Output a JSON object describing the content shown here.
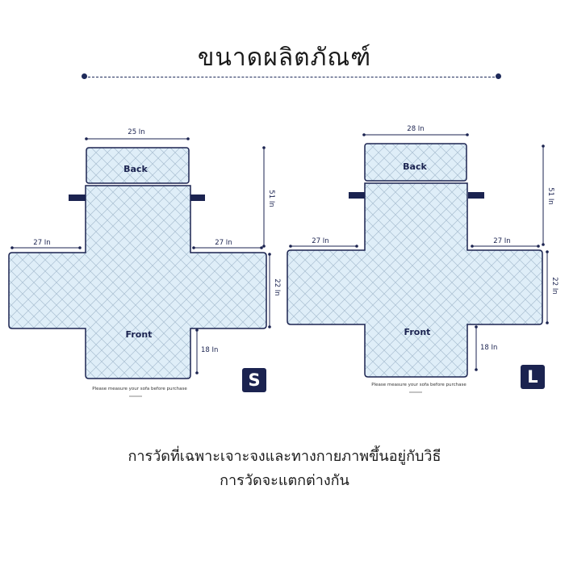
{
  "title": "ขนาดผลิตภัณฑ์",
  "diagrams": [
    {
      "size": "S",
      "back_label": "Back",
      "front_label": "Front",
      "top_width": "25 In",
      "left_arm": "27 In",
      "right_arm": "27 In",
      "height": "51 In",
      "arm_depth": "22 In",
      "front_drop": "18 In",
      "note": "Please measure your sofa before purchase"
    },
    {
      "size": "L",
      "back_label": "Back",
      "front_label": "Front",
      "top_width": "28 In",
      "left_arm": "27 In",
      "right_arm": "27 In",
      "height": "51 In",
      "arm_depth": "22 In",
      "front_drop": "18 In",
      "note": "Please measure your sofa before purchase"
    }
  ],
  "caption": {
    "line1": "การวัดที่เฉพาะเจาะจงและทางกายภาพขึ้นอยู่กับวิธี",
    "line2": "การวัดจะแตกต่างกัน"
  },
  "colors": {
    "fill": "#dfeef8",
    "outline": "#1b2350",
    "quilt": "#9fb5c8"
  }
}
